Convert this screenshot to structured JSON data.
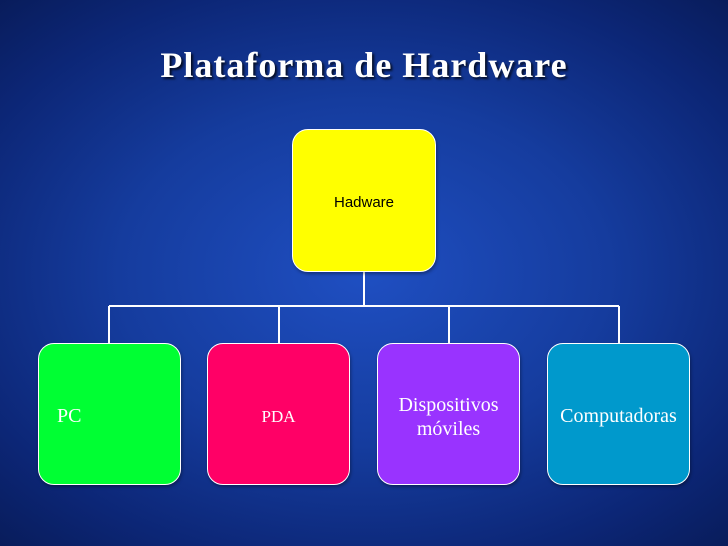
{
  "slide": {
    "title": "Plataforma de Hardware"
  },
  "diagram": {
    "root": {
      "label": "Hadware",
      "color": "#ffff00"
    },
    "children": [
      {
        "label": "PC",
        "color": "#00ff33"
      },
      {
        "label": "PDA",
        "color": "#ff0066"
      },
      {
        "label": "Dispositivos\nmóviles",
        "color": "#9933ff"
      },
      {
        "label": "Computadoras",
        "color": "#0099cc"
      }
    ],
    "connector_color": "#ffffff"
  }
}
